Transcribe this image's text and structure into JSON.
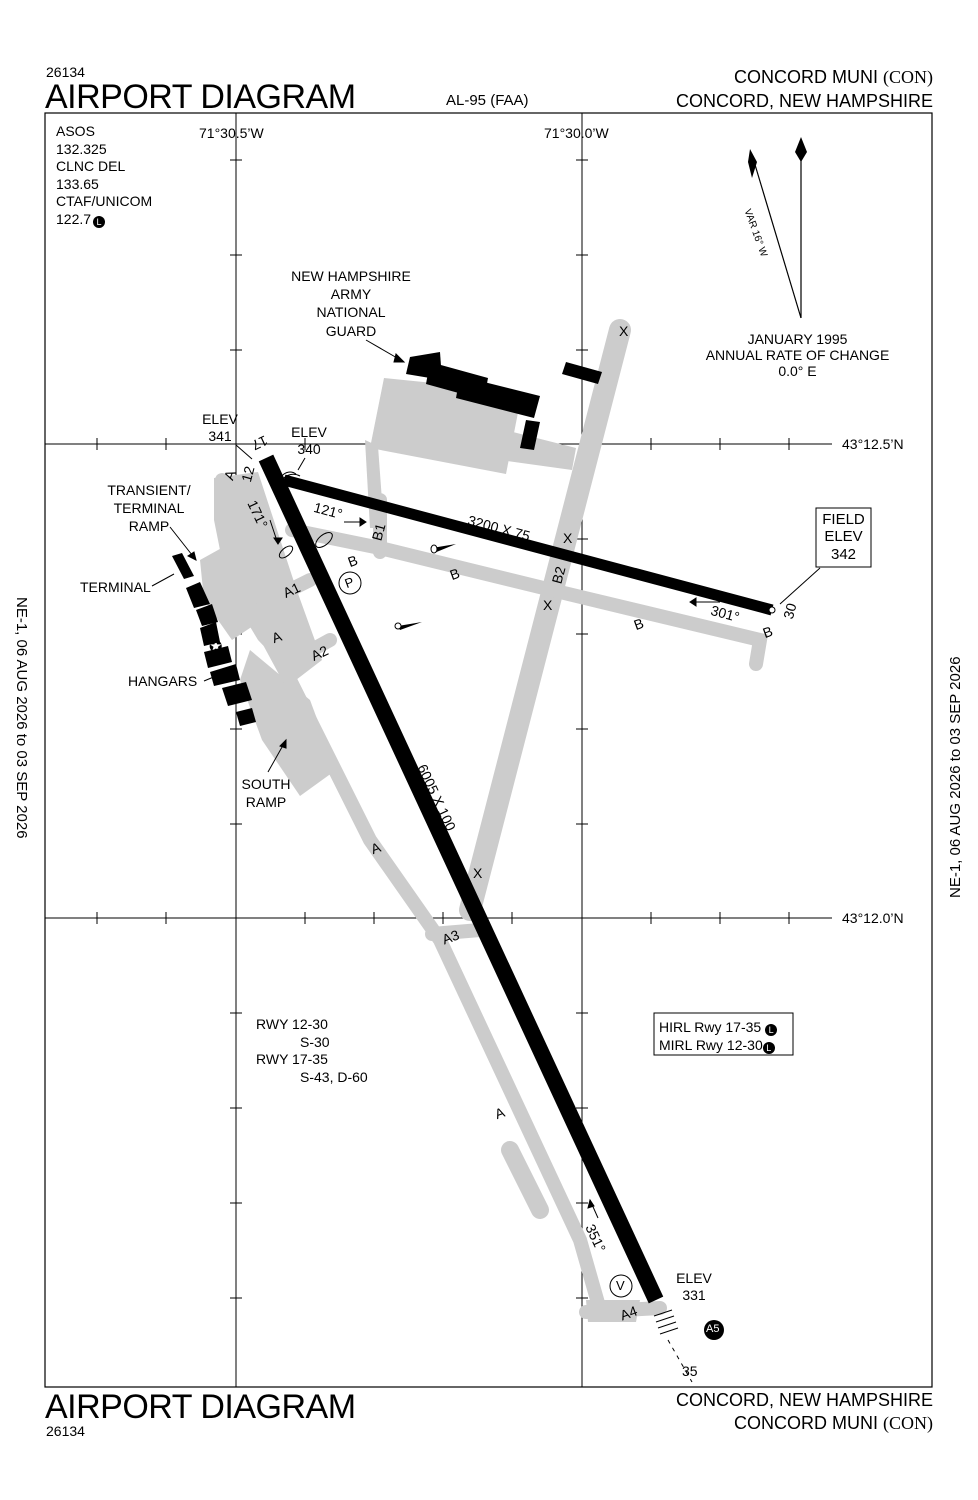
{
  "header": {
    "chart_number": "26134",
    "title": "AIRPORT DIAGRAM",
    "procedure_id": "AL-95 (FAA)",
    "airport_name": "CONCORD MUNI",
    "airport_id": "(CON)",
    "location": "CONCORD, NEW HAMPSHIRE"
  },
  "footer": {
    "title": "AIRPORT DIAGRAM",
    "chart_number": "26134",
    "location": "CONCORD, NEW HAMPSHIRE",
    "airport_name": "CONCORD MUNI",
    "airport_id": "(CON)"
  },
  "side_labels": {
    "left": "NE-1,  06 AUG 2026  to  03 SEP 2026",
    "right": "NE-1,  06 AUG 2026  to  03 SEP 2026"
  },
  "comms": {
    "lines": [
      "ASOS",
      "132.325",
      "CLNC DEL",
      "133.65",
      "CTAF/UNICOM",
      "122.7"
    ],
    "lighting_symbol": "L"
  },
  "grid": {
    "lon_west": "71°30.5’W",
    "lon_east": "71°30.0’W",
    "lat_north": "43°12.5’N",
    "lat_south": "43°12.0’N"
  },
  "magnetic": {
    "var_label": "VAR 16° W",
    "date_lines": [
      "JANUARY 1995",
      "ANNUAL RATE OF CHANGE",
      "0.0° E"
    ]
  },
  "labels": {
    "army_guard": [
      "NEW HAMPSHIRE",
      "ARMY",
      "NATIONAL",
      "GUARD"
    ],
    "elev_341": [
      "ELEV",
      "341"
    ],
    "elev_340": [
      "ELEV",
      "340"
    ],
    "elev_331": [
      "ELEV",
      "331"
    ],
    "field_elev": [
      "FIELD",
      "ELEV",
      "342"
    ],
    "transient_ramp": [
      "TRANSIENT/",
      "TERMINAL",
      "RAMP"
    ],
    "terminal": "TERMINAL",
    "hangars": "HANGARS",
    "south_ramp": [
      "SOUTH",
      "RAMP"
    ],
    "rwy_strength": [
      "RWY 12-30",
      "S-30",
      "RWY 17-35",
      "S-43, D-60"
    ],
    "lighting": [
      "HIRL Rwy 17-35",
      "MIRL Rwy 12-30"
    ]
  },
  "runways": {
    "rwy_17_35": {
      "dims": "6005 X 100",
      "end_north": "17",
      "end_south": "35",
      "hdg_south_bound": "171°",
      "hdg_north_bound": "351°"
    },
    "rwy_12_30": {
      "dims": "3200 X 75",
      "end_west": "12",
      "end_east": "30",
      "hdg_east_bound": "121°",
      "hdg_west_bound": "301°"
    }
  },
  "taxiways": [
    "A",
    "A1",
    "A2",
    "A3",
    "A4",
    "A5",
    "B",
    "B1",
    "B2",
    "X"
  ],
  "symbols": {
    "parking": "P",
    "vortac": "V"
  }
}
